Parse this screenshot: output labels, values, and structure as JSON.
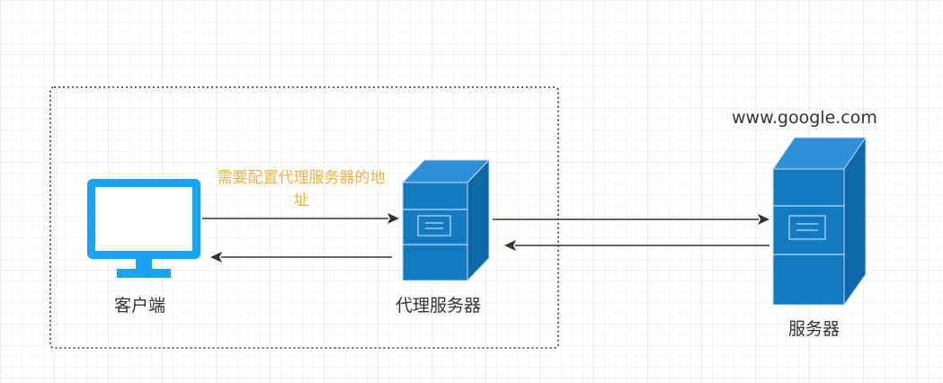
{
  "nodes": {
    "client": {
      "label": "客户端",
      "icon": "monitor-icon"
    },
    "proxy": {
      "label": "代理服务器",
      "icon": "server-icon"
    },
    "server": {
      "label": "服务器",
      "domain": "www.google.com",
      "icon": "server-icon"
    }
  },
  "edges": {
    "client_to_proxy": {
      "label": "需要配置代理服务器的地址"
    }
  },
  "colors": {
    "client_icon": "#1aa3f0",
    "server_body": "#1379c0",
    "server_top": "#2f8fd6",
    "server_side": "#0f68a8",
    "server_line": "#bcdcf2",
    "arrow": "#333333",
    "label": "#333333",
    "note": "#f5b041",
    "group_border": "#333333",
    "grid": "#e8e8e8"
  }
}
